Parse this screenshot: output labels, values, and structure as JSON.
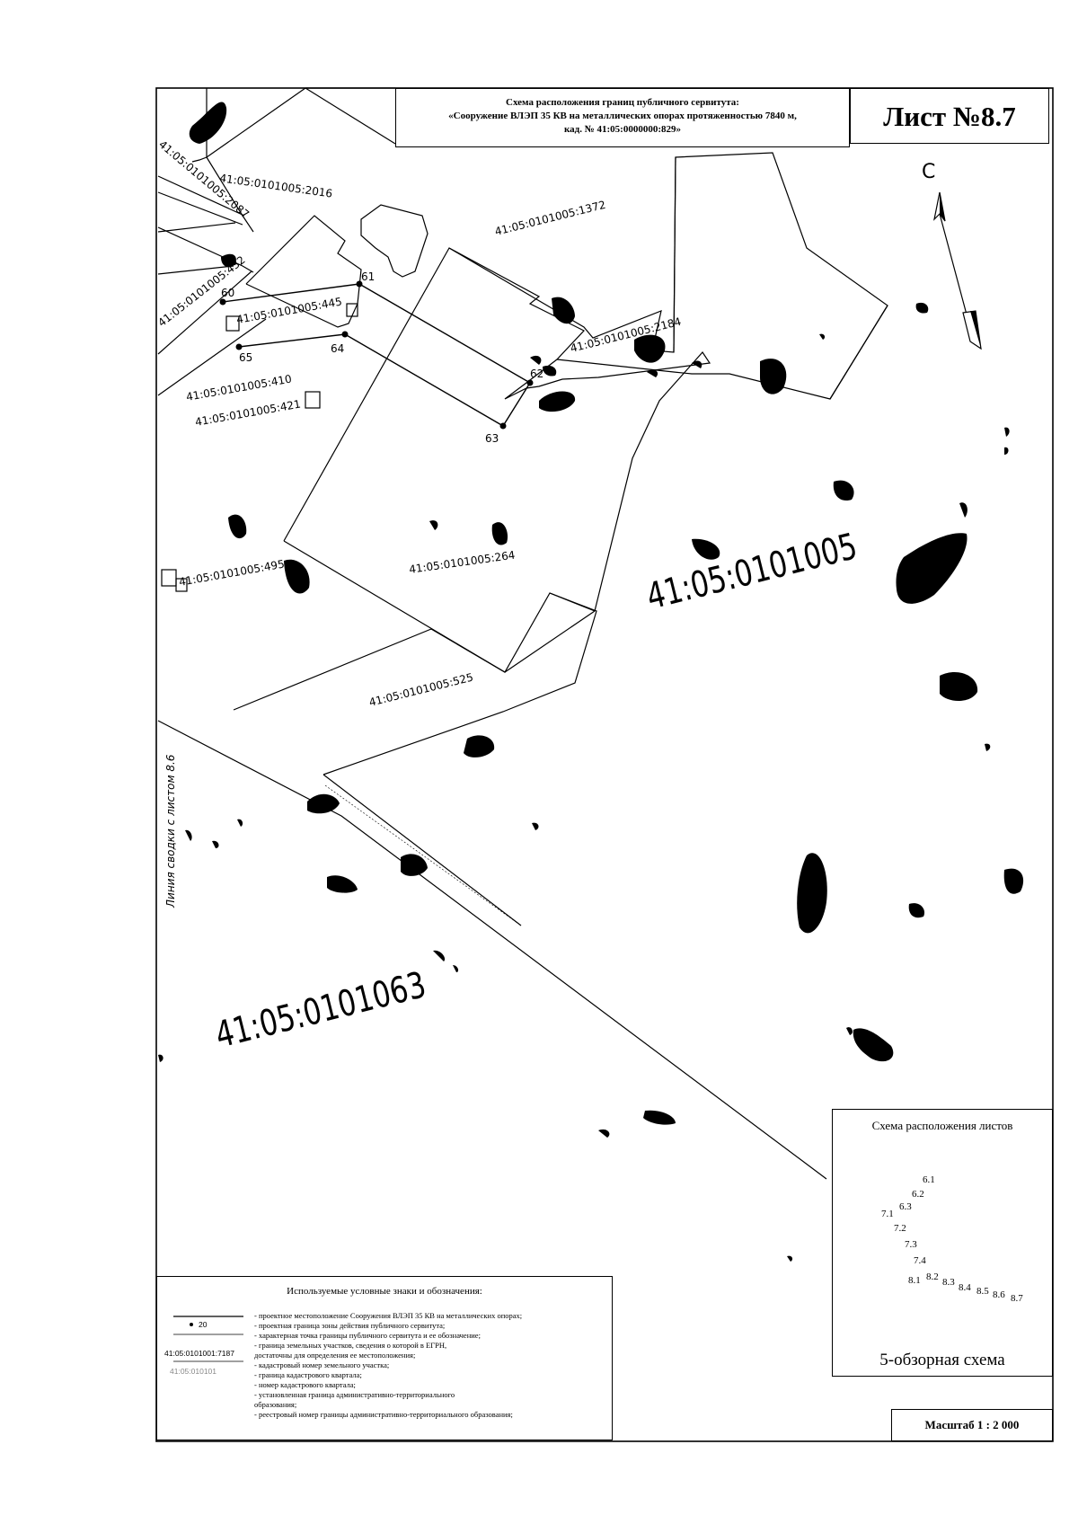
{
  "header": {
    "title_line1": "Схема расположения границ публичного сервитута:",
    "title_line2": "«Сооружение ВЛЭП 35 КВ на металлических опорах протяженностью 7840 м,",
    "title_line3": "кад. № 41:05:0000000:829»",
    "sheet_number": "Лист №8.7"
  },
  "north_arrow": {
    "label": "С"
  },
  "quarters": {
    "main": "41:05:0101005",
    "south": "41:05:0101063"
  },
  "parcels": {
    "p2016": "41:05:0101005:2016",
    "p2087": "41:05:0101005:2087",
    "p1372": "41:05:0101005:1372",
    "p432": "41:05:0101005:432",
    "p445": "41:05:0101005:445",
    "p2184": "41:05:0101005:2184",
    "p410": "41:05:0101005:410",
    "p421": "41:05:0101005:421",
    "p264": "41:05:0101005:264",
    "p495": "41:05:0101005:495",
    "p525": "41:05:0101005:525"
  },
  "points": [
    "60",
    "61",
    "62",
    "63",
    "64",
    "65"
  ],
  "junction_line": "Линия сводки с листом 8.6",
  "legend": {
    "title": "Используемые условные знаки и обозначения:",
    "sample_parcel": "41:05:0101001:7187",
    "sample_quarter": "41:05:010101",
    "sample_point": "20",
    "rows": [
      "- проектное местоположение Сооружения ВЛЭП 35 КВ на металлических опорах;",
      "- проектная граница зоны действия публичного сервитута;",
      "- характерная точка границы публичного сервитута и ее обозначение;",
      "- граница земельных участков, сведения о которой в ЕГРН,",
      "  достаточны для определения ее местоположения;",
      "- кадастровый номер земельного участка;",
      "- граница кадастрового квартала;",
      "- номер кадастрового квартала;",
      "- установленная граница административно-территориального",
      "  образования;",
      "- реестровый номер границы административно-территориального образования;"
    ]
  },
  "overview": {
    "title": "Схема расположения листов",
    "caption": "5-обзорная схема",
    "sheets": [
      "6.1",
      "6.2",
      "6.3",
      "7.1",
      "7.2",
      "7.3",
      "7.4",
      "8.1",
      "8.2",
      "8.3",
      "8.4",
      "8.5",
      "8.6",
      "8.7"
    ]
  },
  "scale": "Масштаб 1 : 2 000"
}
